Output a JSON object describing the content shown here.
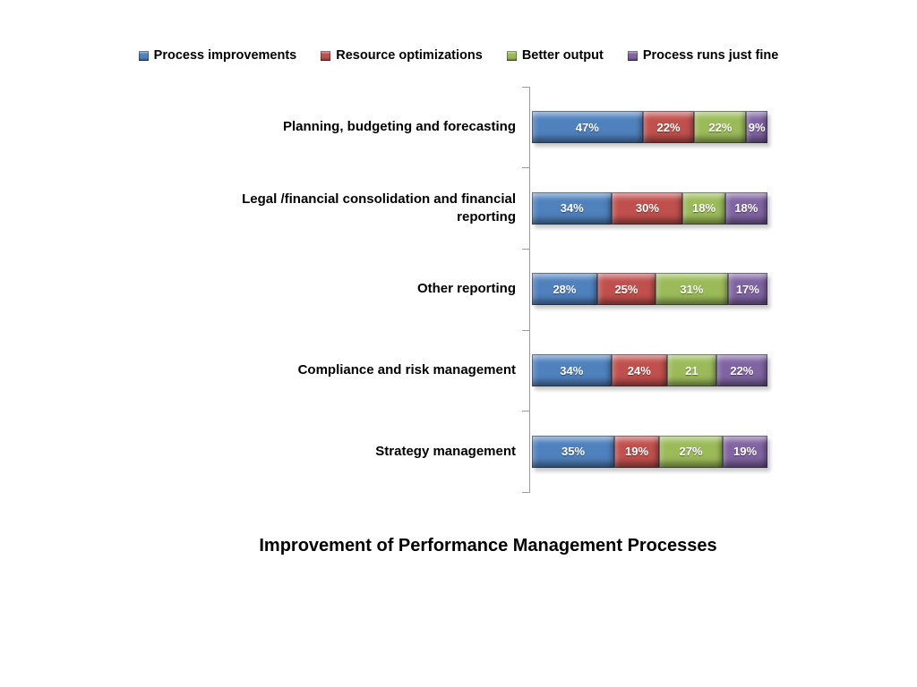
{
  "chart_data": {
    "type": "bar",
    "subtype": "horizontal-100%-stacked",
    "title": "Improvement of Performance Management Processes",
    "legend_position": "top",
    "xlim": [
      0,
      100
    ],
    "grid": false,
    "axis_color": "#9b9b9b",
    "categories": [
      "Planning, budgeting and forecasting",
      "Legal /financial consolidation and financial reporting",
      "Other reporting",
      "Compliance and risk management",
      "Strategy management"
    ],
    "series": [
      {
        "name": "Process improvements",
        "color": "#4f81bd",
        "values": [
          47,
          34,
          28,
          34,
          35
        ],
        "labels": [
          "47%",
          "34%",
          "28%",
          "34%",
          "35%"
        ]
      },
      {
        "name": "Resource optimizations",
        "color": "#c0504d",
        "values": [
          22,
          30,
          25,
          24,
          19
        ],
        "labels": [
          "22%",
          "30%",
          "25%",
          "24%",
          "19%"
        ]
      },
      {
        "name": "Better output",
        "color": "#9bbb59",
        "values": [
          22,
          18,
          31,
          21,
          27
        ],
        "labels": [
          "22%",
          "18%",
          "31%",
          "21",
          "27%"
        ]
      },
      {
        "name": "Process runs just fine",
        "color": "#8064a2",
        "values": [
          9,
          18,
          17,
          22,
          19
        ],
        "labels": [
          "9%",
          "18%",
          "17%",
          "22%",
          "19%"
        ]
      }
    ]
  }
}
